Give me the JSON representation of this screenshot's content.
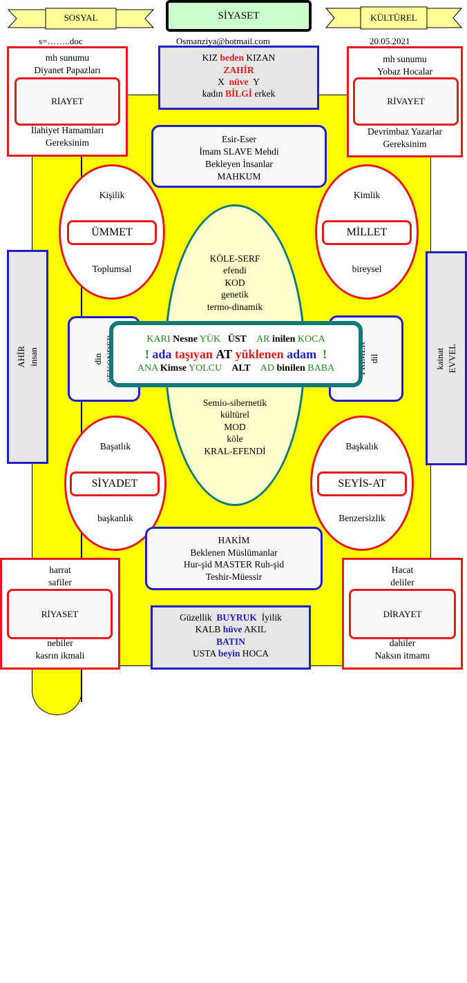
{
  "header": {
    "left_banner": "SOSYAL",
    "center_title": "SİYASET",
    "right_banner": "KÜLTÜREL",
    "file_name": "s=……..doc",
    "email": "Osmanziya@hotmail.com",
    "date": "20.05.2021"
  },
  "top_left_box": {
    "line1": "mh sunumu",
    "line2": "Diyanet Papazları",
    "label": "RİAYET",
    "line3": "İlahiyet Hamamları",
    "line4": "Gereksinim"
  },
  "top_right_box": {
    "line1": "mh sunumu",
    "line2": "Yobaz Hocalar",
    "label": "RİVAYET",
    "line3": "Devrimbaz Yazarlar",
    "line4": "Gereksinim"
  },
  "top_center_box": {
    "l1a": "KIZ",
    "l1b": "beden",
    "l1c": "KIZAN",
    "l2": "ZAHİR",
    "l3a": "X",
    "l3b": "nüve",
    "l3c": "Y",
    "l4a": "kadın",
    "l4b": "BİLGİ",
    "l4c": "erkek"
  },
  "esir_box": {
    "line1": "Esir-Eser",
    "line2": "İmam SLAVE Mehdi",
    "line3": "Bekleyen İnsanlar",
    "line4": "MAHKUM"
  },
  "ellipse_ummet": {
    "top": "Kişilik",
    "label": "ÜMMET",
    "bottom": "Toplumsal"
  },
  "ellipse_millet": {
    "top": "Kimlik",
    "label": "MİLLET",
    "bottom": "bireysel"
  },
  "ellipse_siyadet": {
    "top": "Başatlık",
    "label": "SİYADET",
    "bottom": "başkanlık"
  },
  "ellipse_seyis": {
    "top": "Başkalık",
    "label": "SEYİS-AT",
    "bottom": "Benzersizlik"
  },
  "central_ellipse": {
    "upper": [
      "KÖLE-SERF",
      "efendi",
      "KOD",
      "genetik",
      "termo-dinamik"
    ],
    "lower": [
      "Semio-sibernetik",
      "kültürel",
      "MOD",
      "köle",
      "KRAL-EFENDİ"
    ]
  },
  "center_box": {
    "r1": [
      "KARI",
      "Nesne",
      "YÜK",
      "ÜST",
      "AR",
      "inilen",
      "KOCA"
    ],
    "r2": [
      "!",
      "ada",
      "taşıyan",
      "AT",
      "yüklenen",
      "adam",
      "!"
    ],
    "r3": [
      "ANA",
      "Kimse",
      "YOLCU",
      "ALT",
      "AD",
      "binilen",
      "BABA"
    ]
  },
  "side_left_small": {
    "line1": "din",
    "line2": "SEKONDER"
  },
  "side_right_small": {
    "line1": "PRİMER",
    "line2": "dil"
  },
  "side_left_tall": {
    "line1": "AHİR",
    "line2": "insan"
  },
  "side_right_tall": {
    "line1": "kainat",
    "line2": "EVVEL"
  },
  "hakim_box": {
    "line1": "HAKİM",
    "line2": "Beklenen Müslümanlar",
    "line3": "Hur-şid MASTER Ruh-şid",
    "line4": "Teshir-Müessir"
  },
  "bottom_left_box": {
    "line1": "harrat",
    "line2": "safiler",
    "label": "RİYASET",
    "line3": "nebiler",
    "line4": "kasrın ikmali"
  },
  "bottom_right_box": {
    "line1": "Hacat",
    "line2": "deliler",
    "label": "DİRAYET",
    "line3": "dahiler",
    "line4": "Naksın itmamı"
  },
  "bottom_center_box": {
    "l1a": "Güzellik",
    "l1b": "BUYRUK",
    "l1c": "İyilik",
    "l2a": "KALB",
    "l2b": "hüve",
    "l2c": "AKIL",
    "l3": "BATIN",
    "l4a": "USTA",
    "l4b": "beyin",
    "l4c": "HOCA"
  },
  "colors": {
    "yellow": "#ffff00",
    "red": "#e41b1b",
    "blue": "#1f1fc8",
    "teal": "#117a78",
    "green": "#1b8a1b",
    "light_yellow": "#ffffcc",
    "title_green": "#ccffcc",
    "gray": "#e6e6e6"
  }
}
